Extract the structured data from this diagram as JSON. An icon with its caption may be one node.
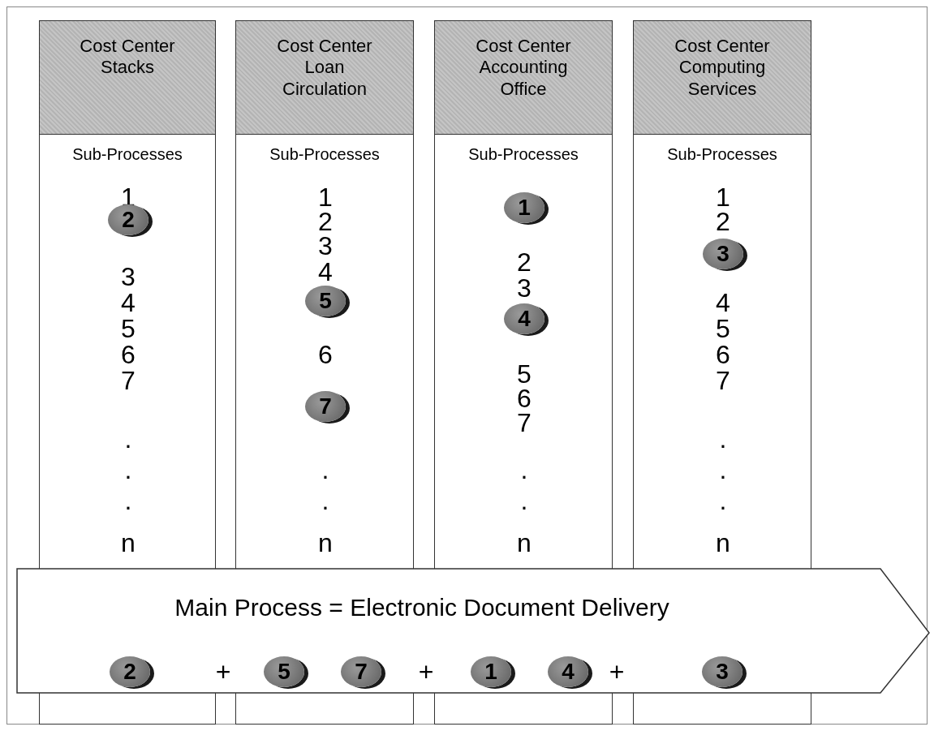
{
  "diagram": {
    "nodes": [
      {
        "text": [
          "Cost Center Stacks",
          "Sub-Processes"
        ]
      },
      {
        "text": [
          "2"
        ],
        "in": 0
      },
      {
        "text": [
          "Cost Center Loan Circulation",
          "Sub-Processes"
        ]
      },
      {
        "text": [
          "5"
        ],
        "in": 2
      },
      {
        "text": [
          "7"
        ],
        "in": 2
      },
      {
        "text": [
          "Cost Center Accounting Office",
          "Sub-Processes"
        ]
      },
      {
        "text": [
          "1"
        ],
        "in": 5
      },
      {
        "text": [
          "4"
        ],
        "in": 5
      },
      {
        "text": [
          "Cost Center Computing Services",
          "Sub-Processes"
        ]
      },
      {
        "text": [
          "3"
        ],
        "in": 8
      },
      {
        "text": [
          "Main Process = Electronic Document Delivery"
        ]
      },
      {
        "text": [
          "2"
        ]
      },
      {
        "text": [
          "5"
        ]
      },
      {
        "text": [
          "7"
        ]
      },
      {
        "text": [
          "1"
        ]
      },
      {
        "text": [
          "4"
        ]
      },
      {
        "text": [
          "3"
        ]
      }
    ],
    "labels": [
      "1",
      "3",
      "4",
      "5",
      "6",
      "7",
      ".",
      ".",
      ".",
      "n",
      "1",
      "2",
      "3",
      "4",
      "6",
      ".",
      ".",
      "n",
      "2",
      "3",
      "5",
      "6",
      "7",
      ".",
      ".",
      "n",
      "1",
      "2",
      "4",
      "5",
      "6",
      "7",
      ".",
      ".",
      ".",
      "n",
      "+",
      "+",
      "+"
    ]
  }
}
